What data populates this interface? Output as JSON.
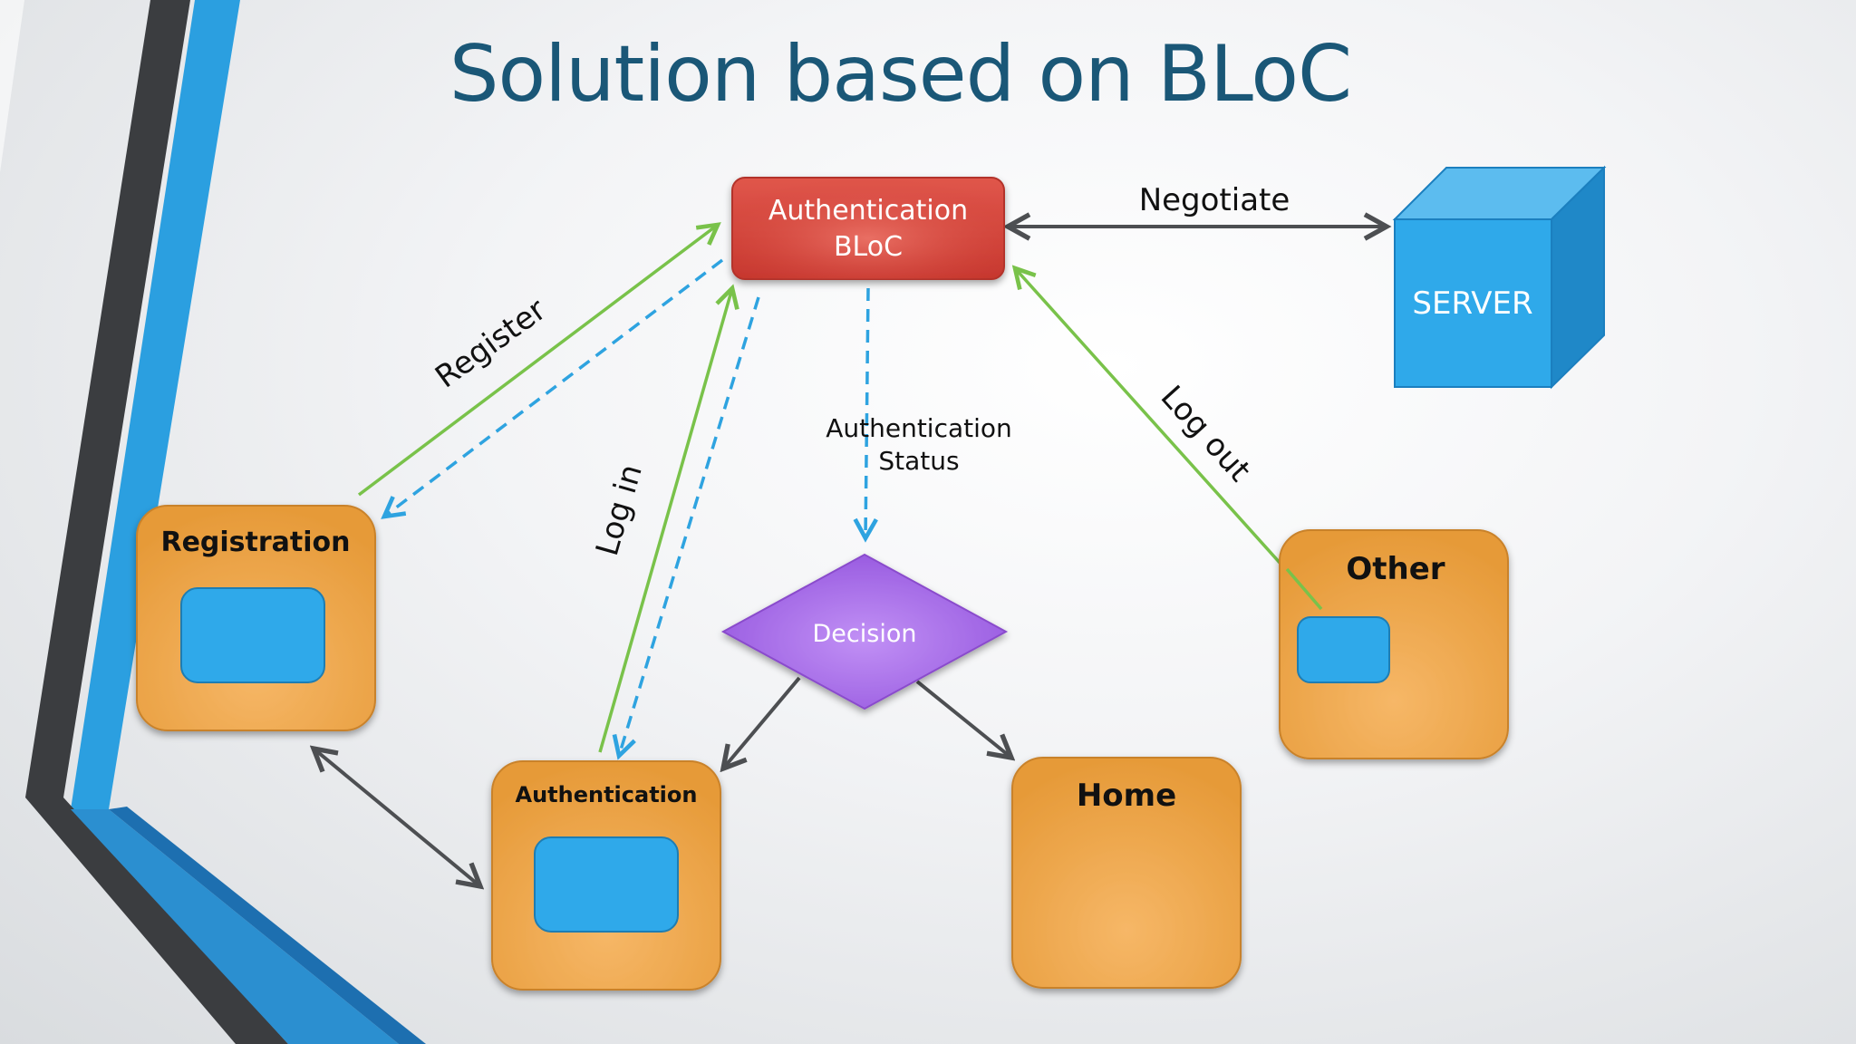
{
  "slide": {
    "title": "Solution based on BLoC"
  },
  "nodes": {
    "auth_bloc": {
      "line1": "Authentication",
      "line2": "BLoC"
    },
    "server": {
      "label": "SERVER"
    },
    "registration": {
      "label": "Registration"
    },
    "authentication": {
      "label": "Authentication"
    },
    "decision": {
      "label": "Decision"
    },
    "home": {
      "label": "Home"
    },
    "other": {
      "label": "Other"
    }
  },
  "edges": {
    "negotiate": "Negotiate",
    "register": "Register",
    "log_in": "Log in",
    "log_out": "Log out",
    "auth_status_line1": "Authentication",
    "auth_status_line2": "Status"
  },
  "colors": {
    "title": "#1a5777",
    "bloc_red": "#d4443b",
    "screen_orange": "#eba244",
    "inner_blue": "#2fa9ea",
    "decision_purple": "#a66de6",
    "server_blue": "#2fa9ea",
    "arrow_green": "#79c24a",
    "arrow_dashed_blue": "#2ea3e0",
    "arrow_gray": "#4d4f52",
    "accent_blue": "#2b9fe0",
    "accent_dark": "#3b3d40"
  },
  "icons": {
    "server": "cube-icon"
  }
}
